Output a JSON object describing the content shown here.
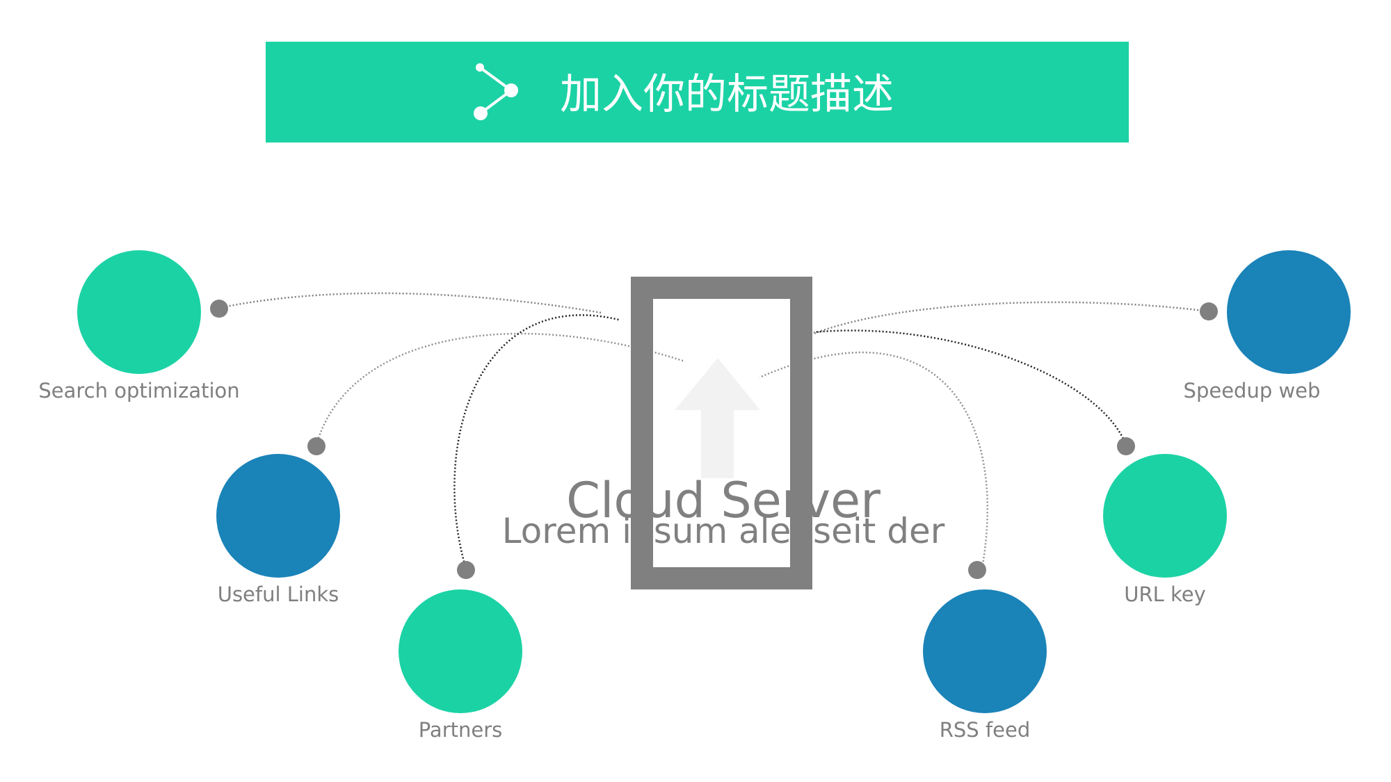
{
  "header": {
    "title": "加入你的标题描述",
    "icon": "share-icon",
    "background_color": "#1bd2a5"
  },
  "center": {
    "icon": "upload-arrow-icon",
    "frame_icon": "device-frame-icon",
    "title": "Cloud Server",
    "subtitle": "Lorem ipsum alenseit der"
  },
  "nodes": [
    {
      "id": "search-optimization",
      "label": "Search optimization",
      "color": "#1bd2a5"
    },
    {
      "id": "useful-links",
      "label": "Useful Links",
      "color": "#1a83b8"
    },
    {
      "id": "partners",
      "label": "Partners",
      "color": "#1bd2a5"
    },
    {
      "id": "rss-feed",
      "label": "RSS feed",
      "color": "#1a83b8"
    },
    {
      "id": "url-key",
      "label": "URL key",
      "color": "#1bd2a5"
    },
    {
      "id": "speedup-web",
      "label": "Speedup web",
      "color": "#1a83b8"
    }
  ],
  "colors": {
    "teal": "#1bd2a5",
    "blue": "#1a83b8",
    "gray": "#808080",
    "label_gray": "#7f7f7f",
    "arrow_light": "#f2f2f2"
  }
}
